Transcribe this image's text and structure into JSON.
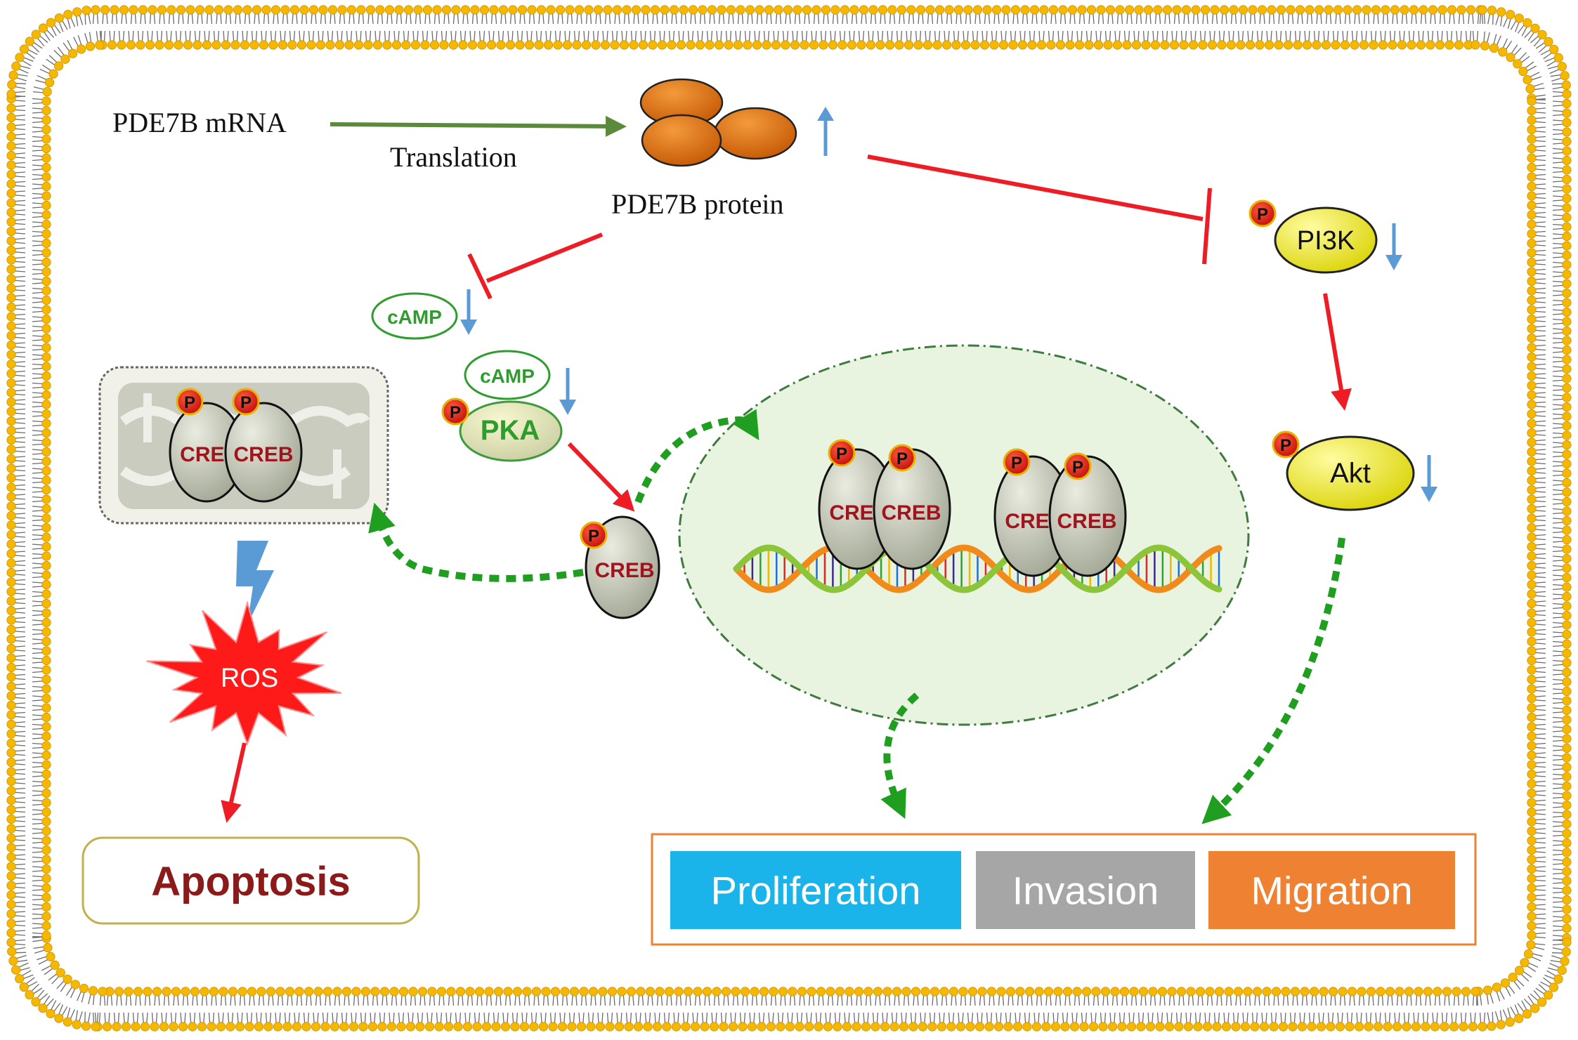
{
  "labels": {
    "mrna": "PDE7B mRNA",
    "translation": "Translation",
    "protein": "PDE7B protein",
    "camp_free": "cAMP",
    "camp_bound": "cAMP",
    "pka": "PKA",
    "pi3k": "PI3K",
    "akt": "Akt",
    "ros": "ROS",
    "apoptosis": "Apoptosis",
    "creb": "CREB",
    "creb_partial": "CREI",
    "creb_partial_2": "CRE",
    "phospho": "P"
  },
  "outcomes": [
    {
      "label": "Proliferation",
      "color": "#1ab3ea"
    },
    {
      "label": "Invasion",
      "color": "#a6a6a6"
    },
    {
      "label": "Migration",
      "color": "#ef8132"
    }
  ],
  "colors": {
    "membrane_head": "#f5b800",
    "membrane_tail": "#6b6b6b",
    "inhibit": "#ee1c24",
    "dashed_arrow": "#1f9e1f",
    "translation_arrow": "#5a8a3a",
    "blue_arrow": "#5b9bd5",
    "protein": "#e86a0a",
    "kinase": "#f2ef1c",
    "camp": "#2e9d2e",
    "creb_text": "#a0141e",
    "apoptosis_text": "#8b1a1a",
    "nucleus_fill": "#e8f4df"
  }
}
